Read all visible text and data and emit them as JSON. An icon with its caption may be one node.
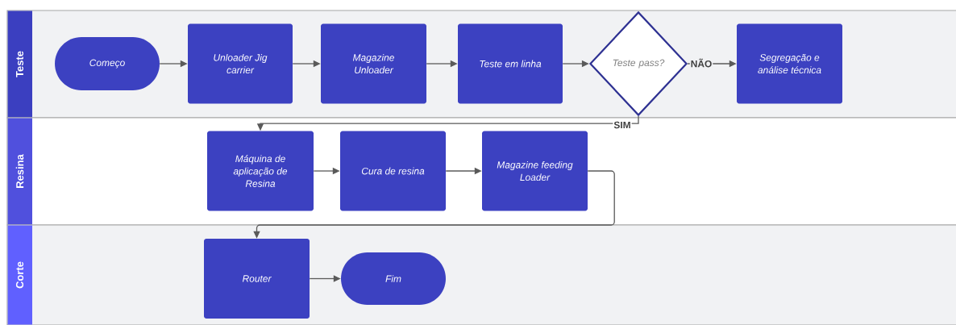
{
  "diagram": {
    "nodes": [
      {
        "text": [
          "Teste"
        ]
      },
      {
        "text": [
          "Começo"
        ],
        "in": 0
      },
      {
        "text": [
          "Unloader Jig carrier"
        ],
        "in": 0
      },
      {
        "text": [
          "Magazine Unloader"
        ],
        "in": 0
      },
      {
        "text": [
          "Teste em linha"
        ],
        "in": 0
      },
      {
        "text": [
          "Teste pass?"
        ],
        "in": 0
      },
      {
        "text": [
          "Segregação e análise técnica"
        ],
        "in": 0
      },
      {
        "text": [
          "Resina"
        ]
      },
      {
        "text": [
          "Máquina de aplicação de Resina"
        ],
        "in": 7
      },
      {
        "text": [
          "Cura de resina"
        ],
        "in": 7
      },
      {
        "text": [
          "Magazine feeding Loader"
        ],
        "in": 7
      },
      {
        "text": [
          "Corte"
        ]
      },
      {
        "text": [
          "Router"
        ],
        "in": 11
      },
      {
        "text": [
          "Fim"
        ],
        "in": 11
      }
    ],
    "edges": [
      {
        "from": 1,
        "to": 2,
        "arrow": "to"
      },
      {
        "from": 2,
        "to": 3,
        "arrow": "to"
      },
      {
        "from": 3,
        "to": 4,
        "arrow": "to"
      },
      {
        "from": 4,
        "to": 5,
        "arrow": "to"
      },
      {
        "from": 5,
        "to": 6,
        "arrow": "to",
        "label": "NÃO"
      },
      {
        "from": 5,
        "to": 8,
        "arrow": "to",
        "label": "SIM"
      },
      {
        "from": 8,
        "to": 9,
        "arrow": "to"
      },
      {
        "from": 9,
        "to": 10,
        "arrow": "to"
      },
      {
        "from": 10,
        "to": 12,
        "arrow": "to"
      },
      {
        "from": 12,
        "to": 13,
        "arrow": "to"
      }
    ]
  }
}
